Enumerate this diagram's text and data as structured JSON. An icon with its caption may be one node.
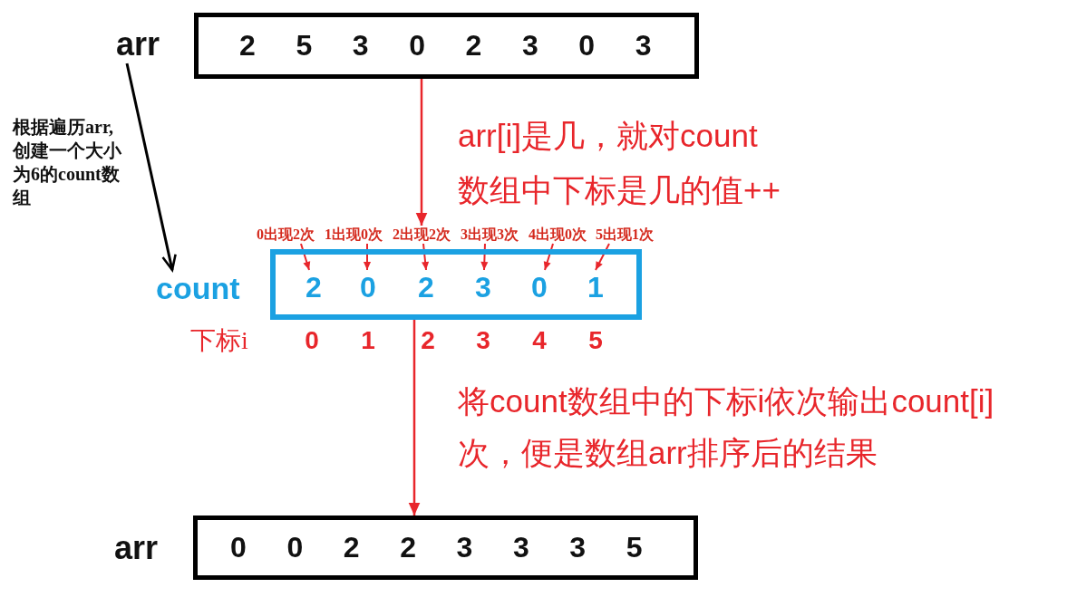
{
  "diagram": {
    "nodes": [
      {
        "text": [
          "arr"
        ]
      },
      {
        "text": [
          "2 5 3 0 2 3 0 3"
        ]
      },
      {
        "text": [
          "0出现2次"
        ]
      },
      {
        "text": [
          "1出现0次"
        ]
      },
      {
        "text": [
          "2出现2次"
        ]
      },
      {
        "text": [
          "3出现3次"
        ]
      },
      {
        "text": [
          "4出现0次"
        ]
      },
      {
        "text": [
          "5出现1次"
        ]
      },
      {
        "text": [
          "count"
        ]
      },
      {
        "text": [],
        "shape": "box"
      },
      {
        "text": [
          "2"
        ],
        "in": 9
      },
      {
        "text": [
          "0"
        ],
        "in": 9
      },
      {
        "text": [
          "2"
        ],
        "in": 9
      },
      {
        "text": [
          "3"
        ],
        "in": 9
      },
      {
        "text": [
          "0"
        ],
        "in": 9
      },
      {
        "text": [
          "1"
        ],
        "in": 9
      },
      {
        "text": [
          "arr"
        ]
      },
      {
        "text": [
          "0 0 2 2 3 3 3 5"
        ]
      }
    ],
    "edges": [
      {
        "from": 0,
        "to": 8,
        "arrow": "to",
        "label": "根据遍历arr,创建一个大小为6的count数组",
        "color": "#000000"
      },
      {
        "from": 1,
        "to": 4,
        "arrow": "to",
        "label": "arr[i]是几，就对count数组中下标是几的值++"
      },
      {
        "from": 9,
        "to": 17,
        "arrow": "to",
        "label": "将count数组中的下标i依次输出count[i]次，便是数组arr排序后的结果"
      },
      {
        "from": 2,
        "to": 10,
        "arrow": "to"
      },
      {
        "from": 3,
        "to": 11,
        "arrow": "to"
      },
      {
        "from": 4,
        "to": 12,
        "arrow": "to"
      },
      {
        "from": 5,
        "to": 13,
        "arrow": "to"
      },
      {
        "from": 6,
        "to": 14,
        "arrow": "to"
      },
      {
        "from": 7,
        "to": 15,
        "arrow": "to"
      }
    ],
    "labels": [
      "下标i",
      "0",
      "1",
      "2",
      "3",
      "4",
      "5"
    ]
  }
}
